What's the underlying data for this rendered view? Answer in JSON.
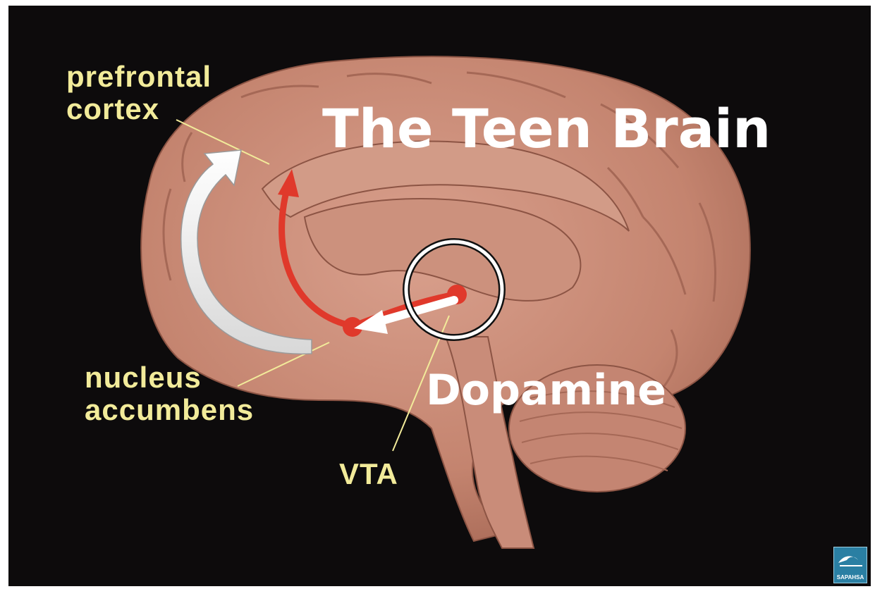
{
  "title": "The Teen Brain",
  "highlight_label": "Dopamine",
  "labels": {
    "prefrontal_cortex_line1": "prefrontal",
    "prefrontal_cortex_line2": "cortex",
    "nucleus_accumbens_line1": "nucleus",
    "nucleus_accumbens_line2": "accumbens",
    "vta": "VTA"
  },
  "logo": {
    "text": "SAPAHSA",
    "icon": "wave-logo-icon"
  },
  "colors": {
    "background": "#0d0b0c",
    "brain_tissue": "#c98c79",
    "label_text": "#f2eb9a",
    "dopamine_pathway": "#e0392b",
    "overlay_arrow": "#ffffff",
    "logo_bg": "#2a7fa3"
  }
}
